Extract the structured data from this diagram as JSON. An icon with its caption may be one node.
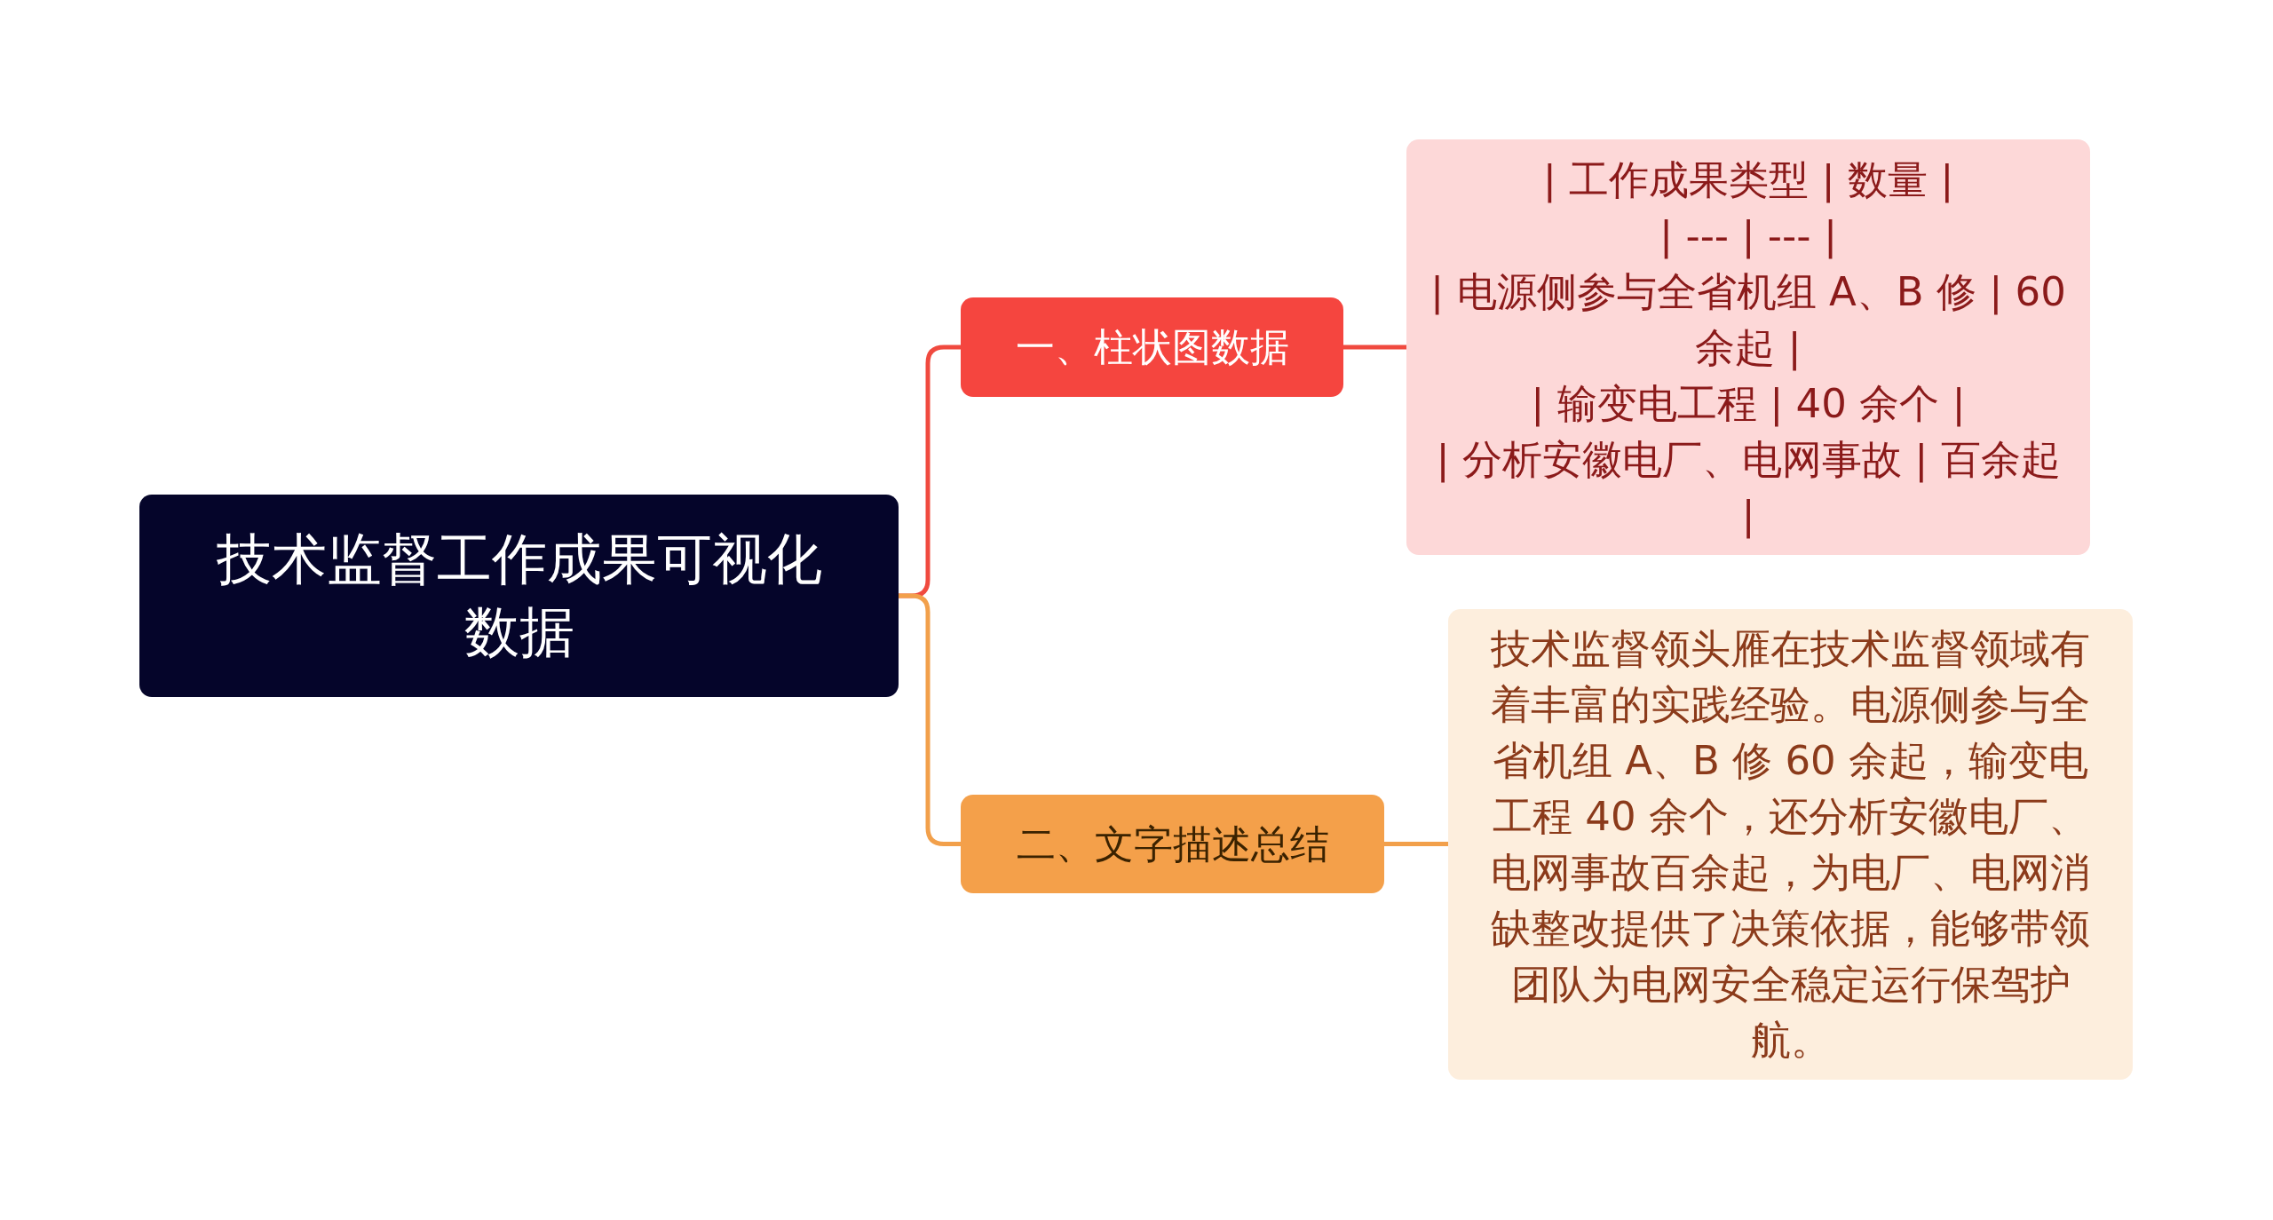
{
  "diagram": {
    "nodes": [
      {
        "text": [
          "技术监督工作成果可视化数据"
        ]
      },
      {
        "text": [
          "一、柱状图数据"
        ]
      },
      {
        "text": [
          "二、文字描述总结"
        ]
      },
      {
        "text": [
          "| 工作成果类型 | 数量 |",
          "| --- | --- |",
          "| 电源侧参与全省机组 A、B 修 | 60 余起 |",
          "| 输变电工程 | 40 余个 |",
          "| 分析安徽电厂、电网事故 | 百余起 |"
        ]
      },
      {
        "text": [
          "技术监督领头雁在技术监督领域有着丰富的实践经验。电源侧参与全省机组 A、B 修 60 余起，输变电工程 40 余个，还分析安徽电厂、电网事故百余起，为电厂、电网消缺整改提供了决策依据，能够带领团队为电网安全稳定运行保驾护航。"
        ]
      }
    ],
    "edges": [
      {
        "from": 0,
        "to": 1,
        "arrow": "none",
        "color": "#f04a3f"
      },
      {
        "from": 0,
        "to": 2,
        "arrow": "none",
        "color": "#f2a04b"
      },
      {
        "from": 1,
        "to": 3,
        "arrow": "none",
        "color": "#f04a3f"
      },
      {
        "from": 2,
        "to": 4,
        "arrow": "none",
        "color": "#f2a04b"
      }
    ]
  }
}
